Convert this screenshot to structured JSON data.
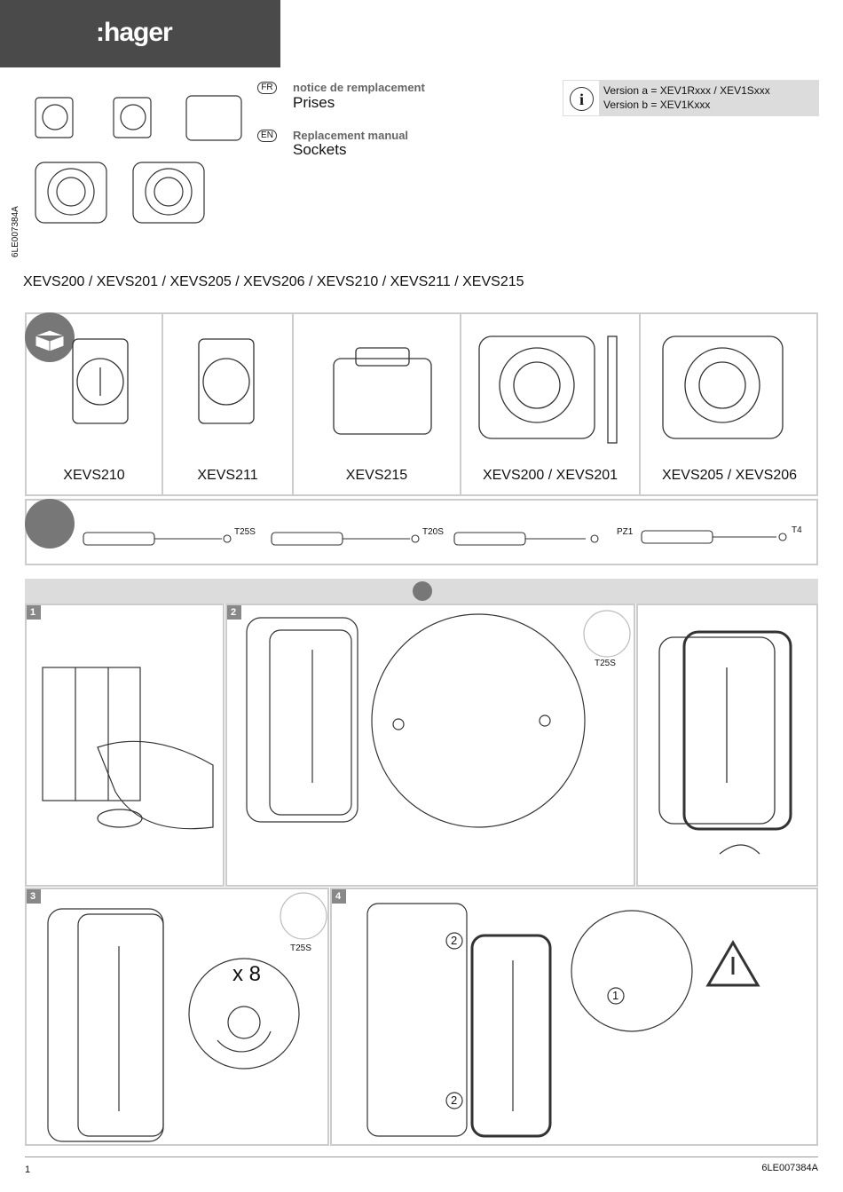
{
  "header": {
    "logo": ":hager"
  },
  "titles": [
    {
      "lang": "FR",
      "subtitle": "notice de remplacement",
      "title": "Prises"
    },
    {
      "lang": "EN",
      "subtitle": "Replacement manual",
      "title": "Sockets"
    }
  ],
  "info": {
    "icon": "info-icon",
    "lines": [
      "Version a = XEV1Rxxx / XEV1Sxxx",
      "Version b = XEV1Kxxx"
    ]
  },
  "doc_code_vertical": "6LE007384A",
  "models_line": "XEVS200 / XEVS201 / XEVS205 / XEVS206 / XEVS210 / XEVS211 / XEVS215",
  "products": [
    {
      "label": "XEVS210"
    },
    {
      "label": "XEVS211"
    },
    {
      "label": "XEVS215"
    },
    {
      "label": "XEVS200 / XEVS201"
    },
    {
      "label": "XEVS205 / XEVS206"
    }
  ],
  "tools": [
    {
      "label": "T25S",
      "tip": "torx"
    },
    {
      "label": "T20S",
      "tip": "torx"
    },
    {
      "label": "PZ1",
      "tip": "pozidriv"
    },
    {
      "label": "T4",
      "tip": "flat"
    }
  ],
  "steps": [
    {
      "num": "1"
    },
    {
      "num": "2",
      "tool": "T25S"
    },
    {
      "num": ""
    },
    {
      "num": "3",
      "tool": "T25S",
      "count": "x 8"
    },
    {
      "num": "4",
      "callouts": [
        "2",
        "2",
        "1"
      ]
    }
  ],
  "footer": {
    "page": "1",
    "code": "6LE007384A"
  },
  "colors": {
    "header": "#4a4a4a",
    "panel_border": "#cccccc",
    "band": "#dcdcdc"
  }
}
